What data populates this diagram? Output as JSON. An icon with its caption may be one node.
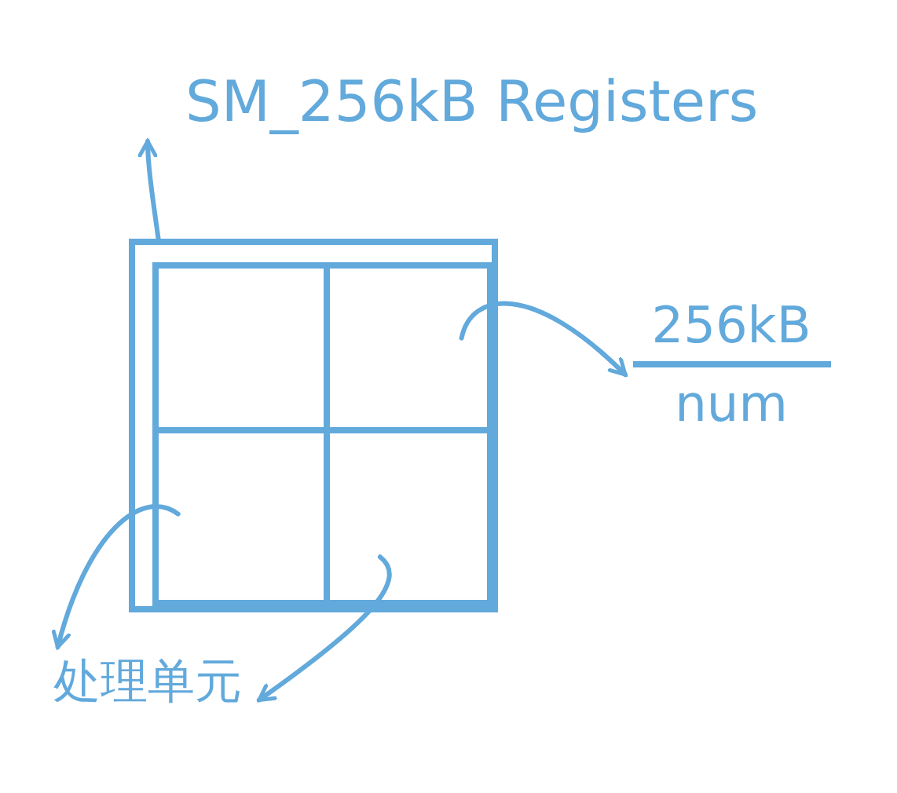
{
  "diagram": {
    "nodes": [
      {
        "text": [],
        "shape": "box"
      },
      {
        "text": [],
        "shape": "box",
        "in": 0
      },
      {
        "text": [],
        "shape": "box",
        "in": 0
      },
      {
        "text": [],
        "shape": "box",
        "in": 0
      },
      {
        "text": [],
        "shape": "box",
        "in": 0
      },
      {
        "text": [
          "SM_256kB Registers"
        ]
      },
      {
        "text": [
          "256kB",
          "num"
        ]
      },
      {
        "text": [
          "处理单元"
        ]
      }
    ],
    "edges": [
      {
        "from": 0,
        "to": 5,
        "arrow": "to"
      },
      {
        "from": 2,
        "to": 6,
        "arrow": "to"
      },
      {
        "from": 3,
        "to": 7,
        "arrow": "to"
      },
      {
        "from": 4,
        "to": 7,
        "arrow": "to"
      }
    ]
  }
}
